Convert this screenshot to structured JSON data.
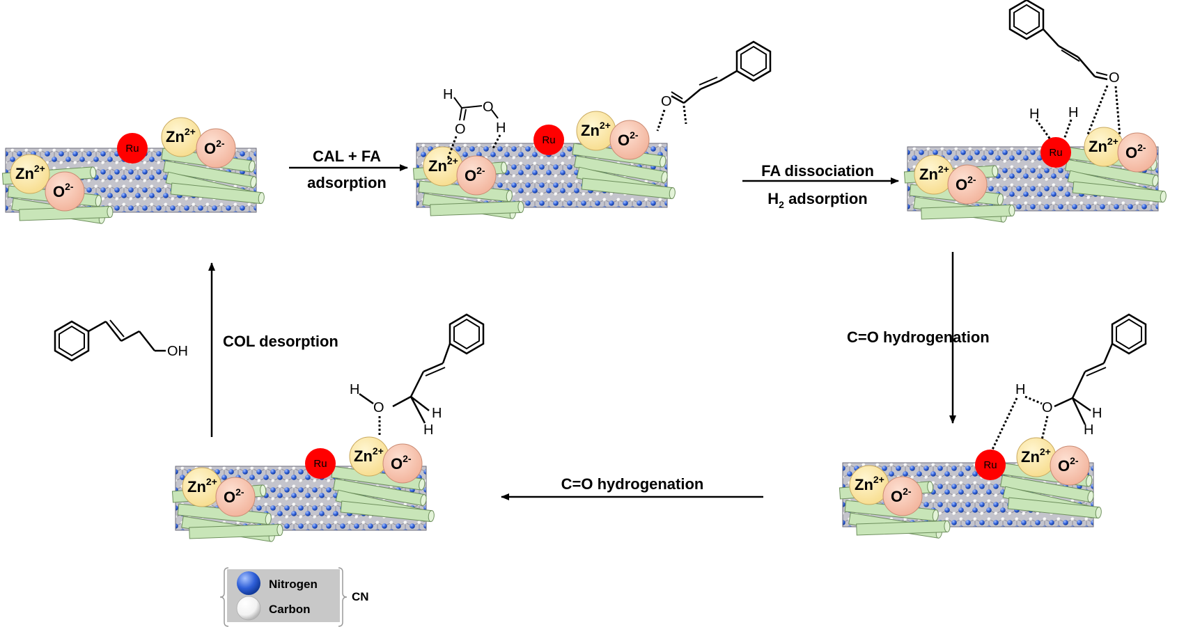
{
  "states": {
    "s1": {
      "ru": "Ru",
      "zn_a": "Zn",
      "zn_a_charge": "2+",
      "o_a": "O",
      "o_a_charge": "2-",
      "zn_b": "Zn",
      "zn_b_charge": "2+",
      "o_b": "O",
      "o_b_charge": "2-"
    },
    "s2": {
      "ru": "Ru",
      "zn_a": "Zn",
      "zn_a_charge": "2+",
      "o_a": "O",
      "o_a_charge": "2-",
      "zn_b": "Zn",
      "zn_b_charge": "2+",
      "o_b": "O",
      "o_b_charge": "2-",
      "h1": "H",
      "h2": "H",
      "o1": "O",
      "o2": "O",
      "o_cal": "O"
    },
    "s3": {
      "ru": "Ru",
      "zn_a": "Zn",
      "zn_a_charge": "2+",
      "o_a": "O",
      "o_a_charge": "2-",
      "zn_b": "Zn",
      "zn_b_charge": "2+",
      "o_b": "O",
      "o_b_charge": "2-",
      "h1": "H",
      "h2": "H",
      "o_cal": "O"
    },
    "s4": {
      "ru": "Ru",
      "zn_a": "Zn",
      "zn_a_charge": "2+",
      "o_a": "O",
      "o_a_charge": "2-",
      "zn_b": "Zn",
      "zn_b_charge": "2+",
      "o_b": "O",
      "o_b_charge": "2-",
      "h1": "H",
      "o1": "O",
      "h2": "H",
      "h3": "H"
    },
    "s5": {
      "ru": "Ru",
      "zn_a": "Zn",
      "zn_a_charge": "2+",
      "o_a": "O",
      "o_a_charge": "2-",
      "zn_b": "Zn",
      "zn_b_charge": "2+",
      "o_b": "O",
      "o_b_charge": "2-",
      "h1": "H",
      "o1": "O",
      "h2": "H",
      "h3": "H"
    }
  },
  "arrows": {
    "a1_line1": "CAL + FA",
    "a1_line2": "adsorption",
    "a2_line1": "FA dissociation",
    "a2_line2_pre": "H",
    "a2_line2_sub": "2",
    "a2_line2_post": " adsorption",
    "a3": "C=O hydrogenation",
    "a4": "C=O hydrogenation",
    "a5": "COL desorption"
  },
  "product": {
    "oh": "OH"
  },
  "legend": {
    "nitrogen": "Nitrogen",
    "carbon": "Carbon",
    "group": "CN"
  },
  "colors": {
    "ru": "#ff0000",
    "zn": "#fde7a4",
    "o": "#f7c4ac",
    "rod": "#c8e5b8",
    "substrate": "#bcbcc6",
    "nitrogen": "#2f5fd8",
    "carbon": "#ffffff"
  }
}
